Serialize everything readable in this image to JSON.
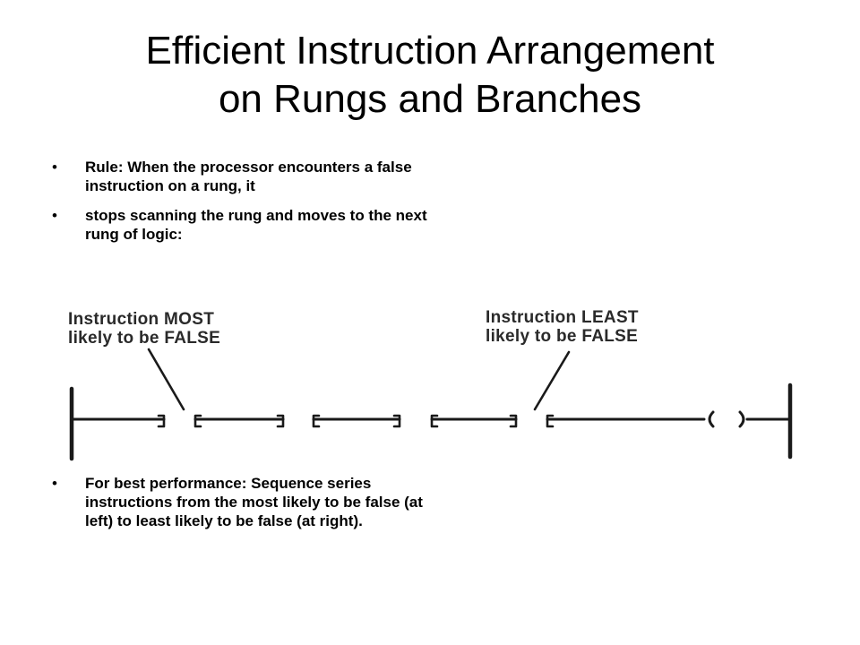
{
  "slide": {
    "title_line1": "Efficient Instruction Arrangement",
    "title_line2": "on Rungs and Branches"
  },
  "bullets_top": [
    {
      "marker": "•",
      "text": "Rule: When the processor encounters a false instruction on a rung, it"
    },
    {
      "marker": "•",
      "text": "stops scanning the rung and moves to the next rung of logic:"
    }
  ],
  "diagram": {
    "callout_most": {
      "line1": "Instruction MOST",
      "line2": "likely to be FALSE"
    },
    "callout_least": {
      "line1": "Instruction LEAST",
      "line2": "likely to be FALSE"
    },
    "instruction_count": 5,
    "has_output_coil": true
  },
  "bullets_bottom": [
    {
      "marker": "•",
      "text": "For best performance: Sequence series instructions from the most likely to be false (at left) to least likely to be false (at right)."
    }
  ]
}
